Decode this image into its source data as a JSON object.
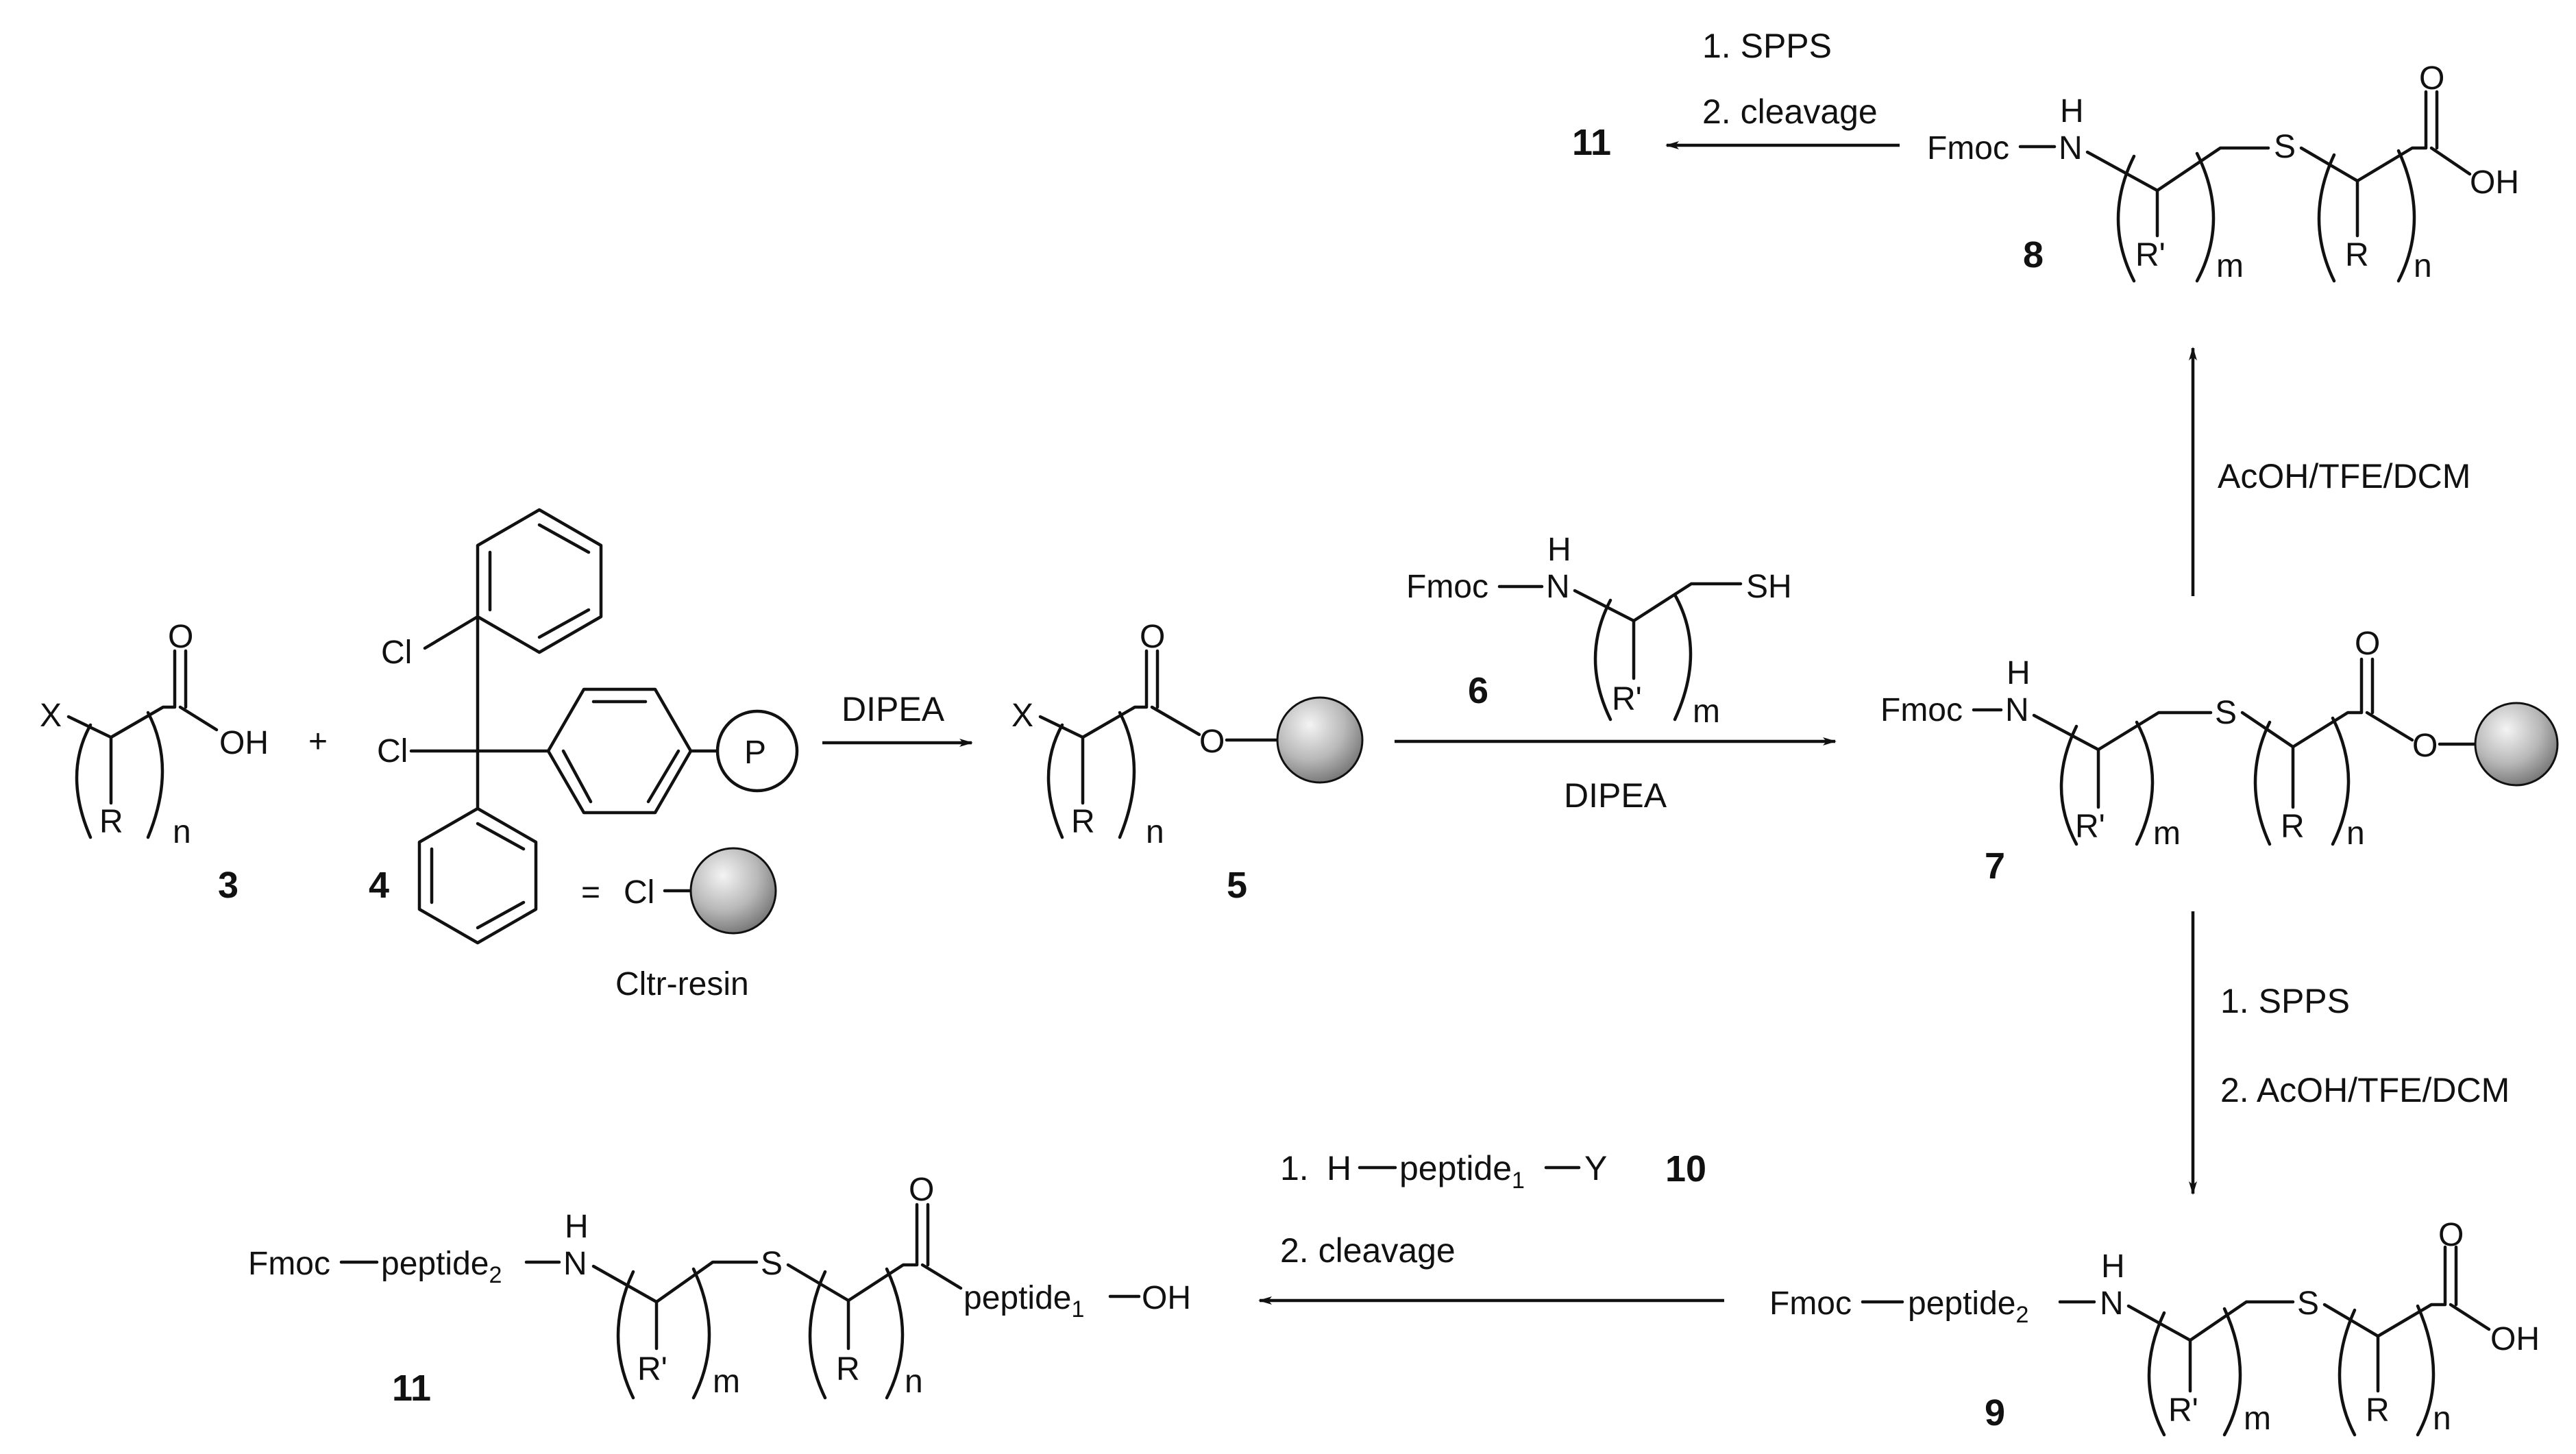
{
  "labels": {
    "fmoc": "Fmoc",
    "n": "N",
    "h": "H",
    "s": "S",
    "sh": "SH",
    "o": "O",
    "oh": "OH",
    "x": "X",
    "cl": "Cl",
    "r": "R",
    "r_prime": "R'",
    "m": "m",
    "nsub": "n",
    "plus": "+",
    "equals": "=",
    "p": "P",
    "y": "Y",
    "peptide": "peptide",
    "sub1": "1",
    "sub2": "2"
  },
  "compounds": {
    "c3": "3",
    "c4": "4",
    "c5": "5",
    "c6": "6",
    "c7": "7",
    "c8": "8",
    "c9": "9",
    "c10": "10",
    "c11_top": "11",
    "c11_bottom": "11"
  },
  "resin_name": "Cltr-resin",
  "conditions": {
    "step1": "DIPEA",
    "step2": "DIPEA",
    "step3": "AcOH/TFE/DCM",
    "top_1": "1. SPPS",
    "top_2": "2. cleavage",
    "right_1": "1. SPPS",
    "right_2": "2. AcOH/TFE/DCM",
    "bottom_1_prefix": "1.",
    "bottom_2": "2. cleavage"
  },
  "colors": {
    "ink": "#111111",
    "sphere_light": "#f4f4f4",
    "sphere_dark": "#7a7a7a"
  }
}
